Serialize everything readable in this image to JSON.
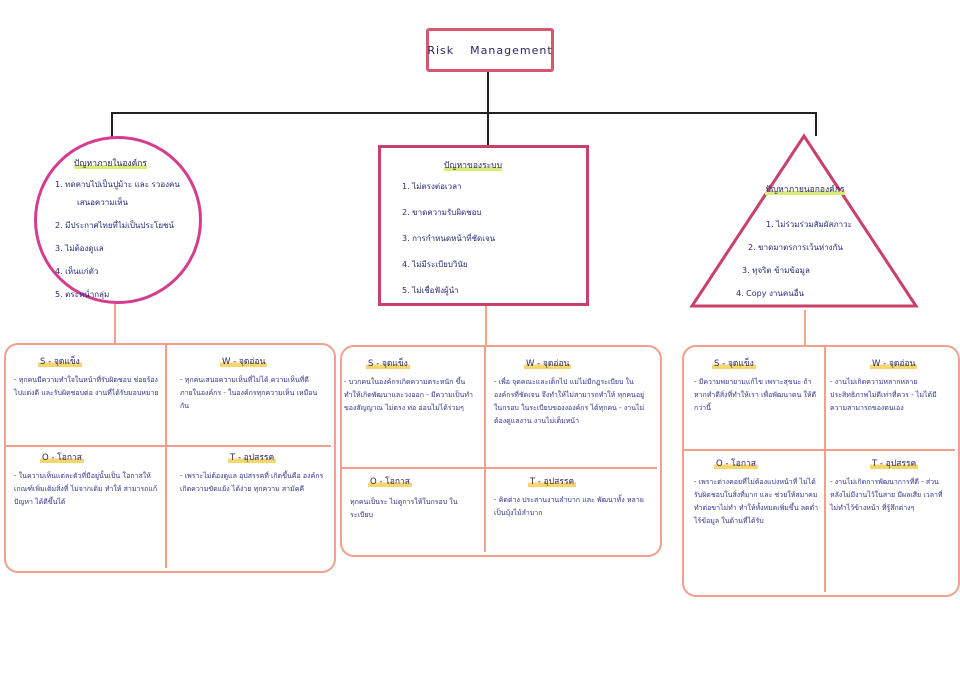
{
  "title": {
    "word1": "Risk",
    "word2": "Management"
  },
  "left": {
    "heading": "ปัญหาภายในองค์กร",
    "items": [
      "1. ทดคาบไปเป็นปูม้าะ และ รวองคน",
      "เสนอความเห็น",
      "2. มีประกาศไทยที่ไม่เป็นประโยชน์",
      "3. ไม่ต้องดูแล",
      "4. เห็นแก่ตัว",
      "5. ตระหน่ำกลุ่ม"
    ],
    "swot": {
      "s_title": "S - จุดแข็ง",
      "s_text": "- ทุกคนมีความทำใจในหน้าที่รับผิดชอบ ช่อยร้องไปแต่งดี และรับผิดชอบต่อ งานที่ได้รับมอบหมาย",
      "w_title": "W - จุดอ่อน",
      "w_text": "- ทุกคนเสนอความเห็นที่ไม่ได้ ความเห็นที่ดีภายในองค์กร - ในองค์กรทุกความเห็น เหมือนกัน",
      "o_title": "O - โอกาส",
      "o_text": "- ในความเห็นแต่ละตัวที่มีอยู่นั้นเป็น โอกาสให้เกณฑ์เพิ่มเติมสิ่งที่ ไม่จากเดิม ทำให้ สามารถแก้ปัญหา ได้ดีขึ้นได้",
      "t_title": "T - อุปสรรค",
      "t_text": "- เพราะไม่ต้องดูแล อุปสรรคที่ เกิดขึ้นคือ องค์กรเกิดความขัดแย้ง ได้ง่าย ทุกความ สามัคคี"
    }
  },
  "middle": {
    "heading": "ปัญหาของระบบ",
    "items": [
      "1. ไม่ตรงต่อเวลา",
      "2. ขาดความรับผิดชอบ",
      "3. การกำหนดหน้าที่ชัดเจน",
      "4. ไม่มีระเบียบวินัย",
      "5. ไม่เชื่อฟังผู้นำ"
    ],
    "swot": {
      "s_title": "S - จุดแข็ง",
      "s_text": "- บวกคนในองค์กรเกิดความตระหนัก ขึ้นทำให้เกิดพัฒนาและวงออก - มีความเป็นทำของสัญญาณ ไม่ตรง ท่อ อ่อนไม่ได้ร่วมๆ",
      "w_title": "W - จุดอ่อน",
      "w_text": "- เพื่อ จุดคณะและเด็กไป แม่ไม่มีกฎระเบียบ ในองค์กรที่ชัดเจน จึงทำให้ไม่สามารถทำให้ ทุกคนอยู่ในกรอบ ในระเบียบของงองค์กร ได้ทุกคน - งานไม่ต้องดูแลงาน งานไม่เต็มหน้า",
      "o_title": "O - โอกาส",
      "o_text": "ทุกคนเป็นระ ไม่ดูการให้ในกรอบ ในระเบียบ",
      "t_title": "T - อุปสรรค",
      "t_text": "- คิดต่าง ประสานงานลำบาก และ พัฒนาทั้ง หลายเป็นบุ้งไม้ลำบาก"
    }
  },
  "right": {
    "heading": "ปัญหาภายนอกองค์กร",
    "items": [
      "1. ไม่ร่วมร่วมสัมผัสภาวะ",
      "2. ขาดมาตรการเว้นห่างกัน",
      "3. ทุจริต ข้ามข้อมูล",
      "4. Copy งานคนอื่น"
    ],
    "swot": {
      "s_title": "S - จุดแข็ง",
      "s_text": "- มีความพยายามแก้ไข เพราะสุขนะ ถ้าหากทำดีสิ่งที่ทำให้เรา เพื่อพัฒนาตน ให้ดีกว่านี้",
      "w_title": "W - จุดอ่อน",
      "w_text": "- งานไม่เกิดความหลากหลาย ประสิทธิภาพไม่ดีเท่าที่ควร - ไม่ได้มีความสามารถของตนเอง",
      "o_title": "O - โอกาส",
      "o_text": "- เพราะต่างคอยที่ไม่ต้องแบ่งหน้าที่ ไม่ได้รับผิดชอบในสิ่งที่มาก และ ช่วยให้สมาคมทำต่อขาไม่ทำ ทำให้ทั้งหมดเพิ่มขึ้น ลดต่ำไร้ข้อมูล ในด้านที่ได้รับ",
      "t_title": "T - อุปสรรค",
      "t_text": "- งานไม่เกิดการพัฒนาการที่ดี - ส่วนหลังไม่มีงานไว้ในสาย มีผลเสีย เวลาที่ไม่ทำไว้ข้างหน้า ที่รู้สึกต่างๆ"
    }
  }
}
